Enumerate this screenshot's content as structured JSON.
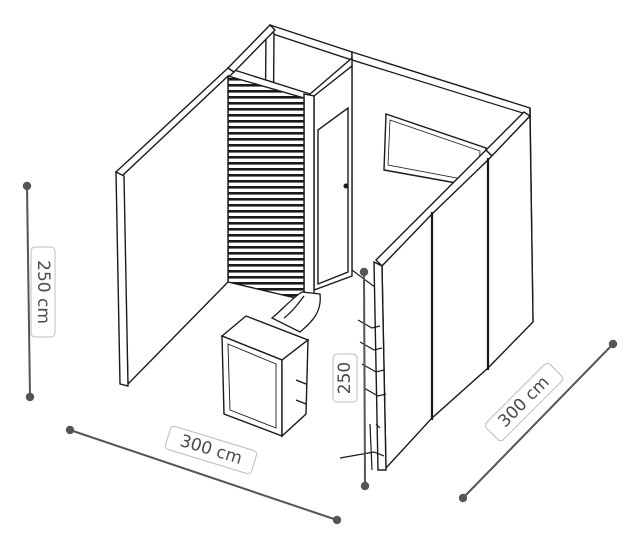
{
  "dimensions": {
    "height_label": "250 cm",
    "width_label": "300 cm",
    "depth_label": "300 cm",
    "inner_height_label": "250"
  },
  "colors": {
    "line": "#1a1a1a",
    "dimension_line": "#555555",
    "label_border": "#bdbdbd",
    "label_text": "#4a4a4a",
    "wall_fill": "#ffffff"
  }
}
